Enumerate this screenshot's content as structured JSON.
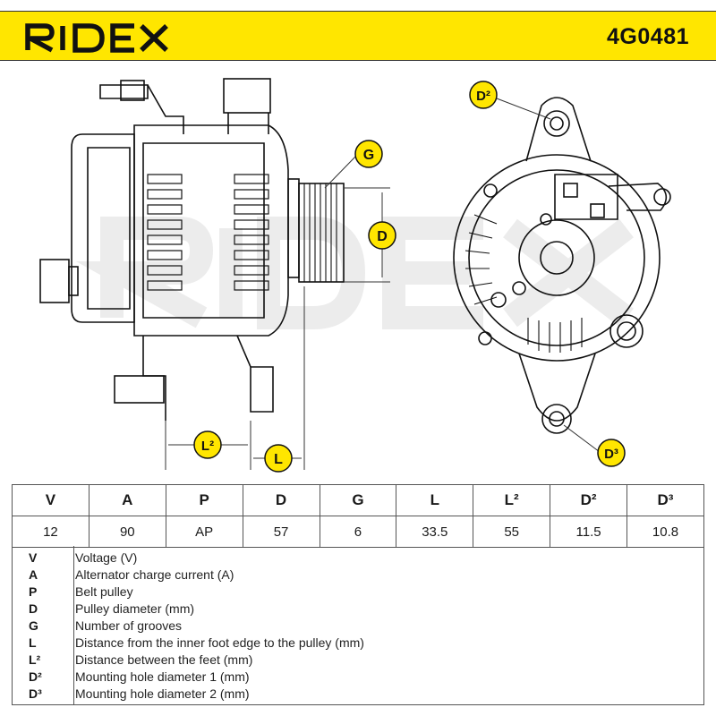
{
  "header": {
    "brand": "RIDEX",
    "part_number": "4G0481",
    "brand_color": "#ffe600"
  },
  "drawing": {
    "callouts": {
      "g": "G",
      "d": "D",
      "l": "L",
      "l2": "L²",
      "d2": "D²",
      "d3": "D³"
    },
    "callout_color": "#ffe600"
  },
  "specs": {
    "headers": [
      "V",
      "A",
      "P",
      "D",
      "G",
      "L",
      "L²",
      "D²",
      "D³"
    ],
    "values": [
      "12",
      "90",
      "AP",
      "57",
      "6",
      "33.5",
      "55",
      "11.5",
      "10.8"
    ]
  },
  "legend": [
    {
      "code": "V",
      "desc": "Voltage (V)"
    },
    {
      "code": "A",
      "desc": "Alternator charge current (A)"
    },
    {
      "code": "P",
      "desc": "Belt pulley"
    },
    {
      "code": "D",
      "desc": "Pulley diameter (mm)"
    },
    {
      "code": "G",
      "desc": "Number of grooves"
    },
    {
      "code": "L",
      "desc": "Distance from the inner foot edge to the pulley (mm)"
    },
    {
      "code": "L²",
      "desc": "Distance between the feet (mm)"
    },
    {
      "code": "D²",
      "desc": "Mounting hole diameter 1 (mm)"
    },
    {
      "code": "D³",
      "desc": "Mounting hole diameter 2 (mm)"
    }
  ]
}
